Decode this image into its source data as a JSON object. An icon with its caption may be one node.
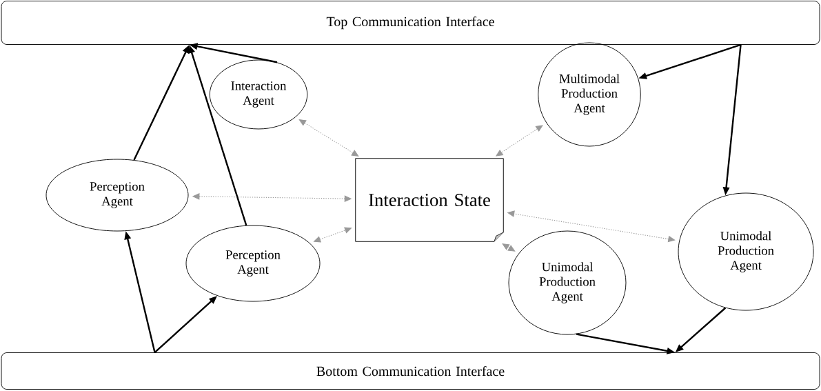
{
  "diagram": {
    "nodes": [
      {
        "text": [
          "Top Communication Interface"
        ]
      },
      {
        "text": [
          "Bottom Communication Interface"
        ]
      },
      {
        "text": [
          "Interaction Agent"
        ]
      },
      {
        "text": [
          "Perception Agent"
        ]
      },
      {
        "text": [
          "Perception Agent"
        ]
      },
      {
        "text": [
          "Interaction State"
        ]
      },
      {
        "text": [
          "Multimodal Production Agent"
        ]
      },
      {
        "text": [
          "Unimodal Production Agent"
        ]
      },
      {
        "text": [
          "Unimodal Production Agent"
        ]
      }
    ],
    "edges": [
      {
        "from": 3,
        "to": 0,
        "arrow": "to"
      },
      {
        "from": 2,
        "to": 0,
        "arrow": "to"
      },
      {
        "from": 4,
        "to": 0,
        "arrow": "to"
      },
      {
        "from": 1,
        "to": 3,
        "arrow": "to"
      },
      {
        "from": 1,
        "to": 4,
        "arrow": "to"
      },
      {
        "from": 0,
        "to": 6,
        "arrow": "to"
      },
      {
        "from": 0,
        "to": 8,
        "arrow": "to"
      },
      {
        "from": 7,
        "to": 1,
        "arrow": "to"
      },
      {
        "from": 8,
        "to": 1,
        "arrow": "to"
      },
      {
        "from": 2,
        "to": 5,
        "arrow": "both",
        "style": "dashed",
        "color": "#999999"
      },
      {
        "from": 3,
        "to": 5,
        "arrow": "both",
        "style": "dashed",
        "color": "#999999"
      },
      {
        "from": 4,
        "to": 5,
        "arrow": "both",
        "style": "dashed",
        "color": "#999999"
      },
      {
        "from": 6,
        "to": 5,
        "arrow": "both",
        "style": "dashed",
        "color": "#999999"
      },
      {
        "from": 8,
        "to": 5,
        "arrow": "both",
        "style": "dashed",
        "color": "#999999"
      },
      {
        "from": 7,
        "to": 5,
        "arrow": "both",
        "style": "dashed",
        "color": "#999999"
      }
    ]
  }
}
